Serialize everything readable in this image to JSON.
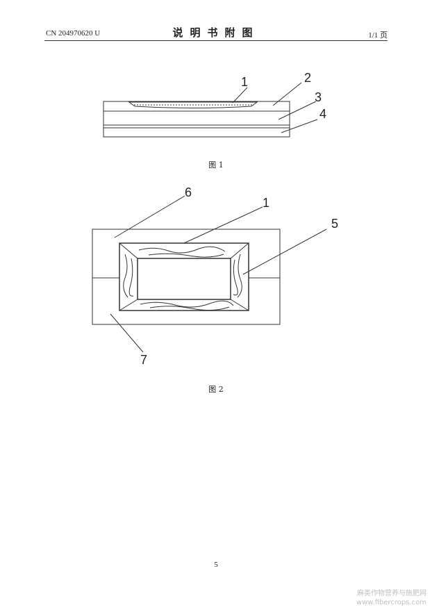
{
  "header": {
    "doc_number": "CN 204970620 U",
    "title": "说明书附图",
    "page_of": "1/1 页"
  },
  "figure1": {
    "caption": "图 1",
    "callouts": [
      "1",
      "2",
      "3",
      "4"
    ]
  },
  "figure2": {
    "caption": "图 2",
    "callouts": [
      "6",
      "1",
      "5",
      "7"
    ]
  },
  "page_number": "5",
  "watermark": {
    "line1": "麻类作物营养与施肥网",
    "line2": "www.fibercrops.com"
  }
}
